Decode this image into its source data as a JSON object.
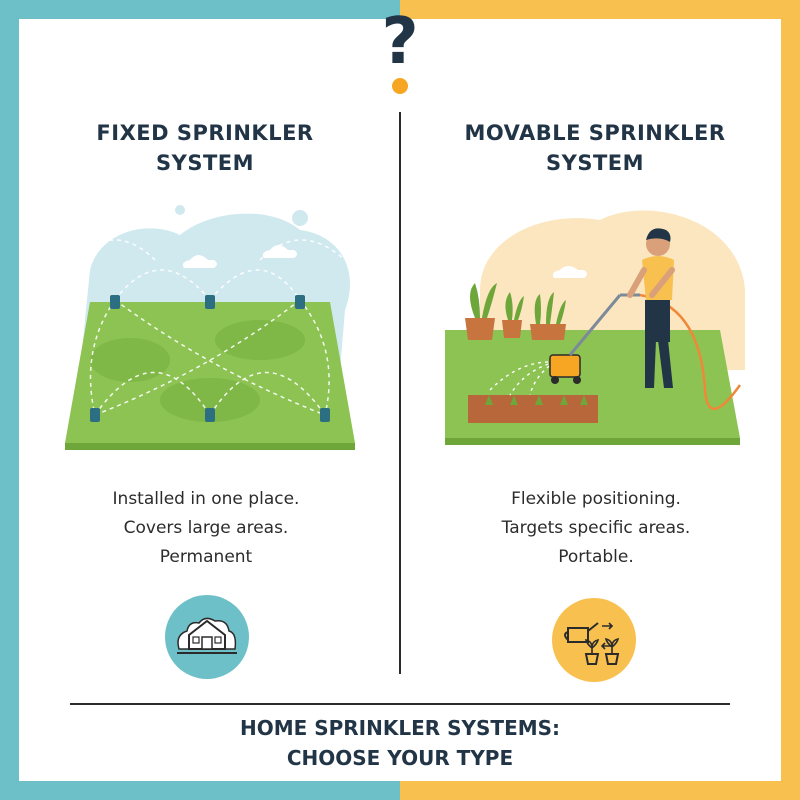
{
  "header": {
    "question_mark": "?"
  },
  "fixed": {
    "title_line1": "FIXED SPRINKLER",
    "title_line2": "SYSTEM",
    "desc_line1": "Installed in one place.",
    "desc_line2": "Covers large areas.",
    "desc_line3": "Permanent",
    "illustration_icon": "lawn-sprinkler-grid-icon",
    "badge_icon": "house-icon"
  },
  "movable": {
    "title_line1": "MOVABLE SPRINKLER",
    "title_line2": "SYSTEM",
    "desc_line1": "Flexible positioning.",
    "desc_line2": "Targets specific areas.",
    "desc_line3": "Portable.",
    "illustration_icon": "person-with-movable-sprinkler-icon",
    "badge_icon": "watering-can-plants-icon"
  },
  "footer": {
    "line1": "HOME SPRINKLER SYSTEMS:",
    "line2": "CHOOSE YOUR TYPE"
  },
  "colors": {
    "teal": "#6ec0c8",
    "orange": "#f8c14f",
    "dark": "#213547",
    "grass": "#8cc352"
  }
}
